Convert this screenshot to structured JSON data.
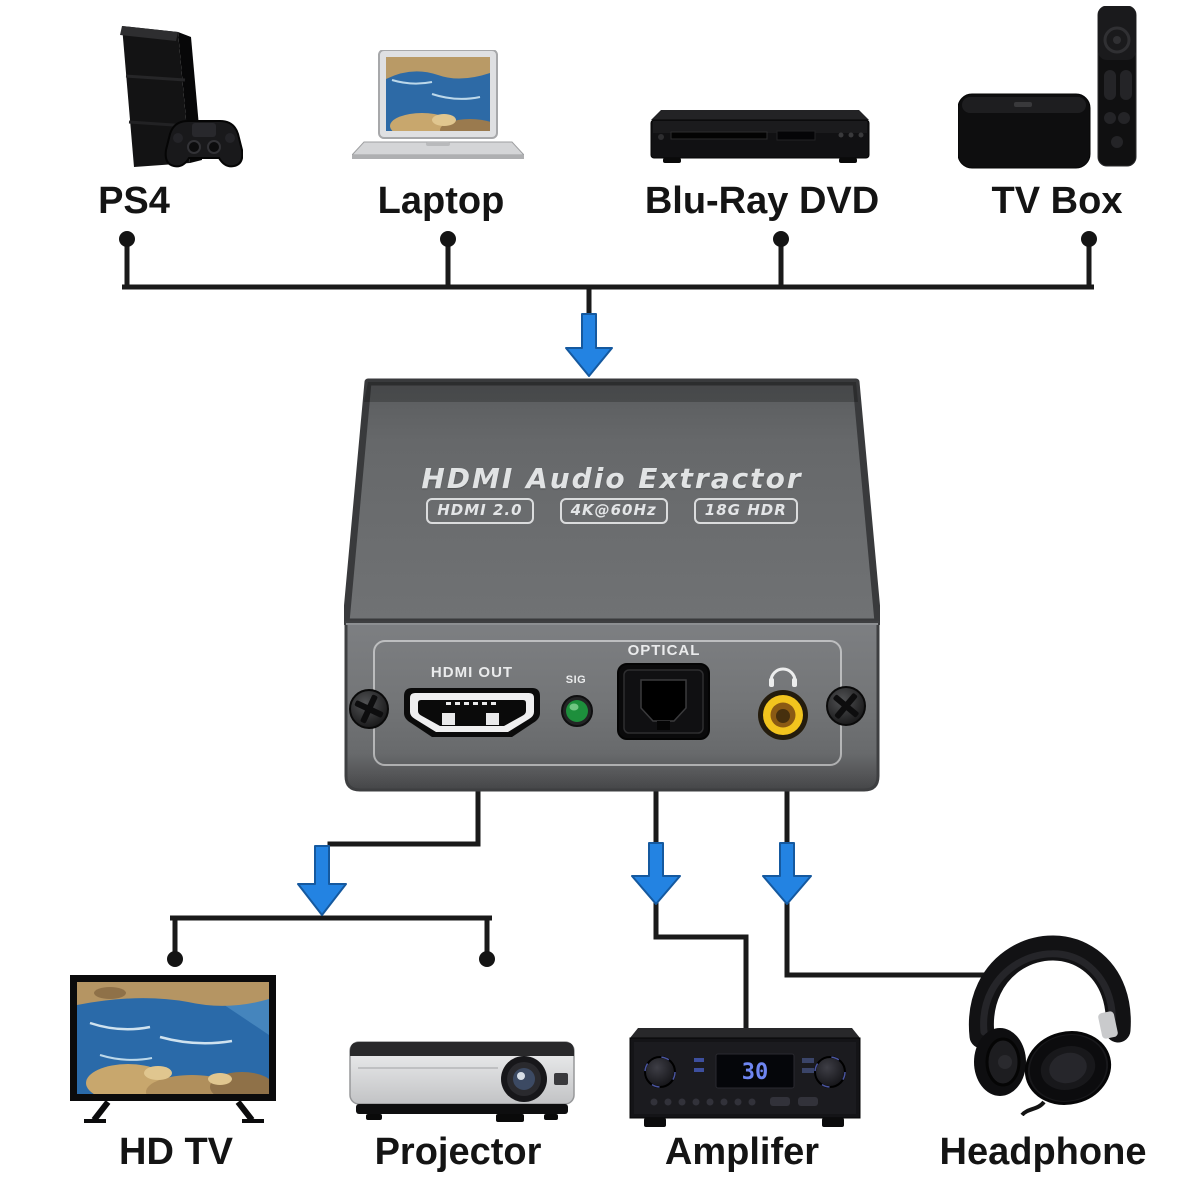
{
  "page": {
    "background": "#ffffff"
  },
  "colors": {
    "wire": "#1a1a1a",
    "arrow_fill": "#2383e2",
    "arrow_stroke": "#15599f",
    "label_text": "#141414",
    "extractor_gray_top": "#6b6d6f",
    "extractor_gray_front": "#717375",
    "extractor_text": "#eef0f1",
    "led_green": "#1d8f3c",
    "jack_gold": "#f2c41e"
  },
  "inputs": [
    {
      "id": "ps4",
      "label": "PS4"
    },
    {
      "id": "laptop",
      "label": "Laptop"
    },
    {
      "id": "bluray",
      "label": "Blu-Ray DVD"
    },
    {
      "id": "tvbox",
      "label": "TV Box"
    }
  ],
  "extractor": {
    "title": "HDMI Audio Extractor",
    "badges": [
      "HDMI 2.0",
      "4K@60Hz",
      "18G HDR"
    ],
    "ports": {
      "hdmi_out_label": "HDMI OUT",
      "signal_led_label": "SIG",
      "optical_label": "OPTICAL"
    }
  },
  "outputs": [
    {
      "id": "hdtv",
      "label": "HD TV"
    },
    {
      "id": "projector",
      "label": "Projector"
    },
    {
      "id": "amplifier",
      "label": "Amplifer"
    },
    {
      "id": "headphone",
      "label": "Headphone"
    }
  ],
  "amplifier_display": "30"
}
